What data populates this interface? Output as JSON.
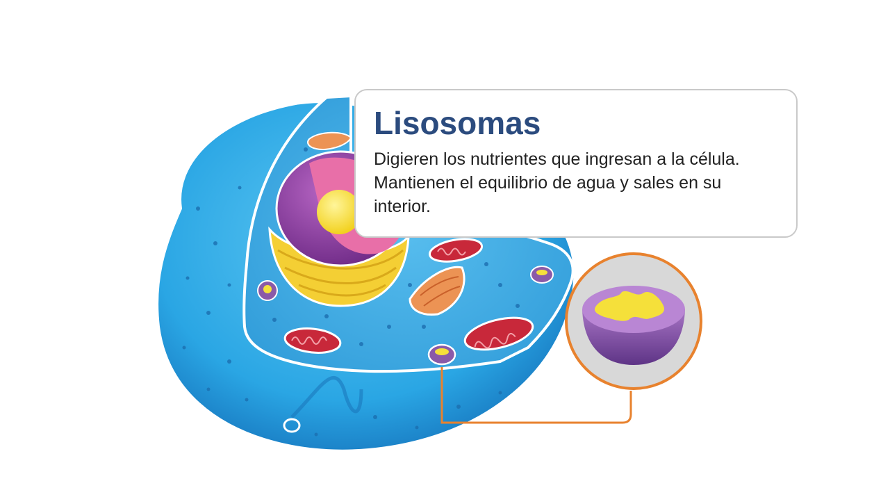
{
  "card": {
    "title": "Lisosomas",
    "description": "Digieren los nutrientes que ingresan a la célula. Mantienen el equilibrio de agua y sales en su interior."
  },
  "illustration": {
    "subject": "cell-with-lysosome-callout",
    "colors": {
      "cytoplasm": "#2aa6e4",
      "cytoplasm_dark": "#1e86c8",
      "nucleus": "#8e3c9c",
      "nucleolus": "#f5e03a",
      "rough_er": "#f1c83a",
      "mitochondria": "#c8283a",
      "golgi": "#e98b4a",
      "lysosome": "#8a5aa8",
      "callout_ring": "#e8822e",
      "callout_bg": "#d8d8d8"
    }
  }
}
